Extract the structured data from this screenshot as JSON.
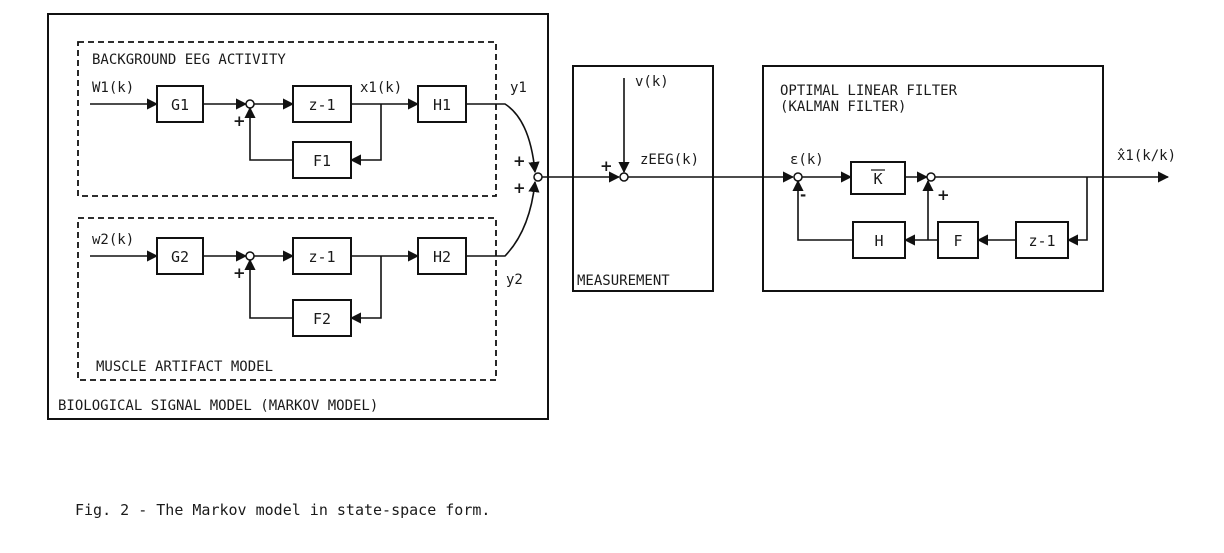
{
  "biological_model": {
    "title": "BIOLOGICAL SIGNAL MODEL (MARKOV MODEL)",
    "eeg_subsystem": {
      "title": "BACKGROUND EEG ACTIVITY",
      "input": "W1(k)",
      "gain": "G1",
      "delay": "z-1",
      "state": "x1(k)",
      "output_block": "H1",
      "feedback": "F1",
      "output": "y1"
    },
    "muscle_subsystem": {
      "title": "MUSCLE ARTIFACT MODEL",
      "input": "w2(k)",
      "gain": "G2",
      "delay": "z-1",
      "output_block": "H2",
      "feedback": "F2",
      "output": "y2"
    }
  },
  "measurement": {
    "title": "MEASUREMENT",
    "noise": "v(k)",
    "output": "zEEG(k)"
  },
  "filter": {
    "title_line1": "OPTIMAL LINEAR FILTER",
    "title_line2": "(KALMAN FILTER)",
    "innovation": "ε(k)",
    "gain": "K",
    "observation": "H",
    "transition": "F",
    "delay": "z-1",
    "estimate": "x̂1(k/k)"
  },
  "signs": {
    "plus": "+",
    "minus": "-"
  },
  "caption": "Fig. 2 - The Markov model in state-space form."
}
